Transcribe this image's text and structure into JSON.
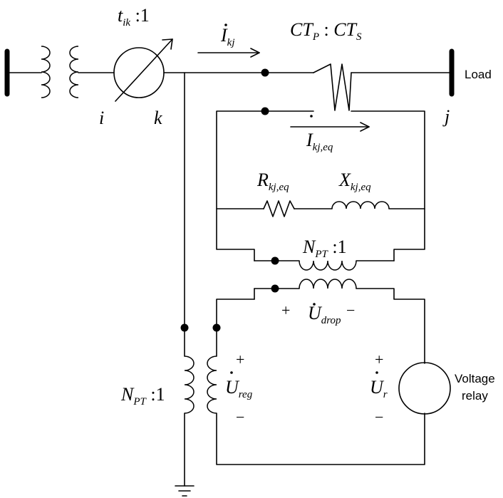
{
  "labels": {
    "ratio_ik": "t",
    "ratio_ik_sub": "ik",
    "ratio_ik_tail": " :1",
    "node_i": "i",
    "node_k": "k",
    "node_j": "j",
    "current_kj": "I",
    "current_kj_sub": "kj",
    "ct_p": "CT",
    "ct_p_sub": "P",
    "ct_colon": " : ",
    "ct_s": "CT",
    "ct_s_sub": "S",
    "load": "Load",
    "current_eq": "I",
    "current_eq_sub": "kj,eq",
    "r_eq": "R",
    "r_eq_sub": "kj,eq",
    "x_eq": "X",
    "x_eq_sub": "kj,eq",
    "npt_top": "N",
    "npt_top_sub": "PT",
    "npt_top_tail": " :1",
    "plus_drop": "+",
    "u_drop": "U",
    "u_drop_sub": "drop",
    "minus_drop": "−",
    "plus_reg": "+",
    "u_reg": "U",
    "u_reg_sub": "reg",
    "minus_reg": "−",
    "plus_r": "+",
    "u_r": "U",
    "u_r_sub": "r",
    "minus_r": "−",
    "npt_left": "N",
    "npt_left_sub": "PT",
    "npt_left_tail": " :1",
    "relay_line1": "Voltage",
    "relay_line2": "relay"
  },
  "colors": {
    "ink": "#000000",
    "background": "#ffffff"
  }
}
